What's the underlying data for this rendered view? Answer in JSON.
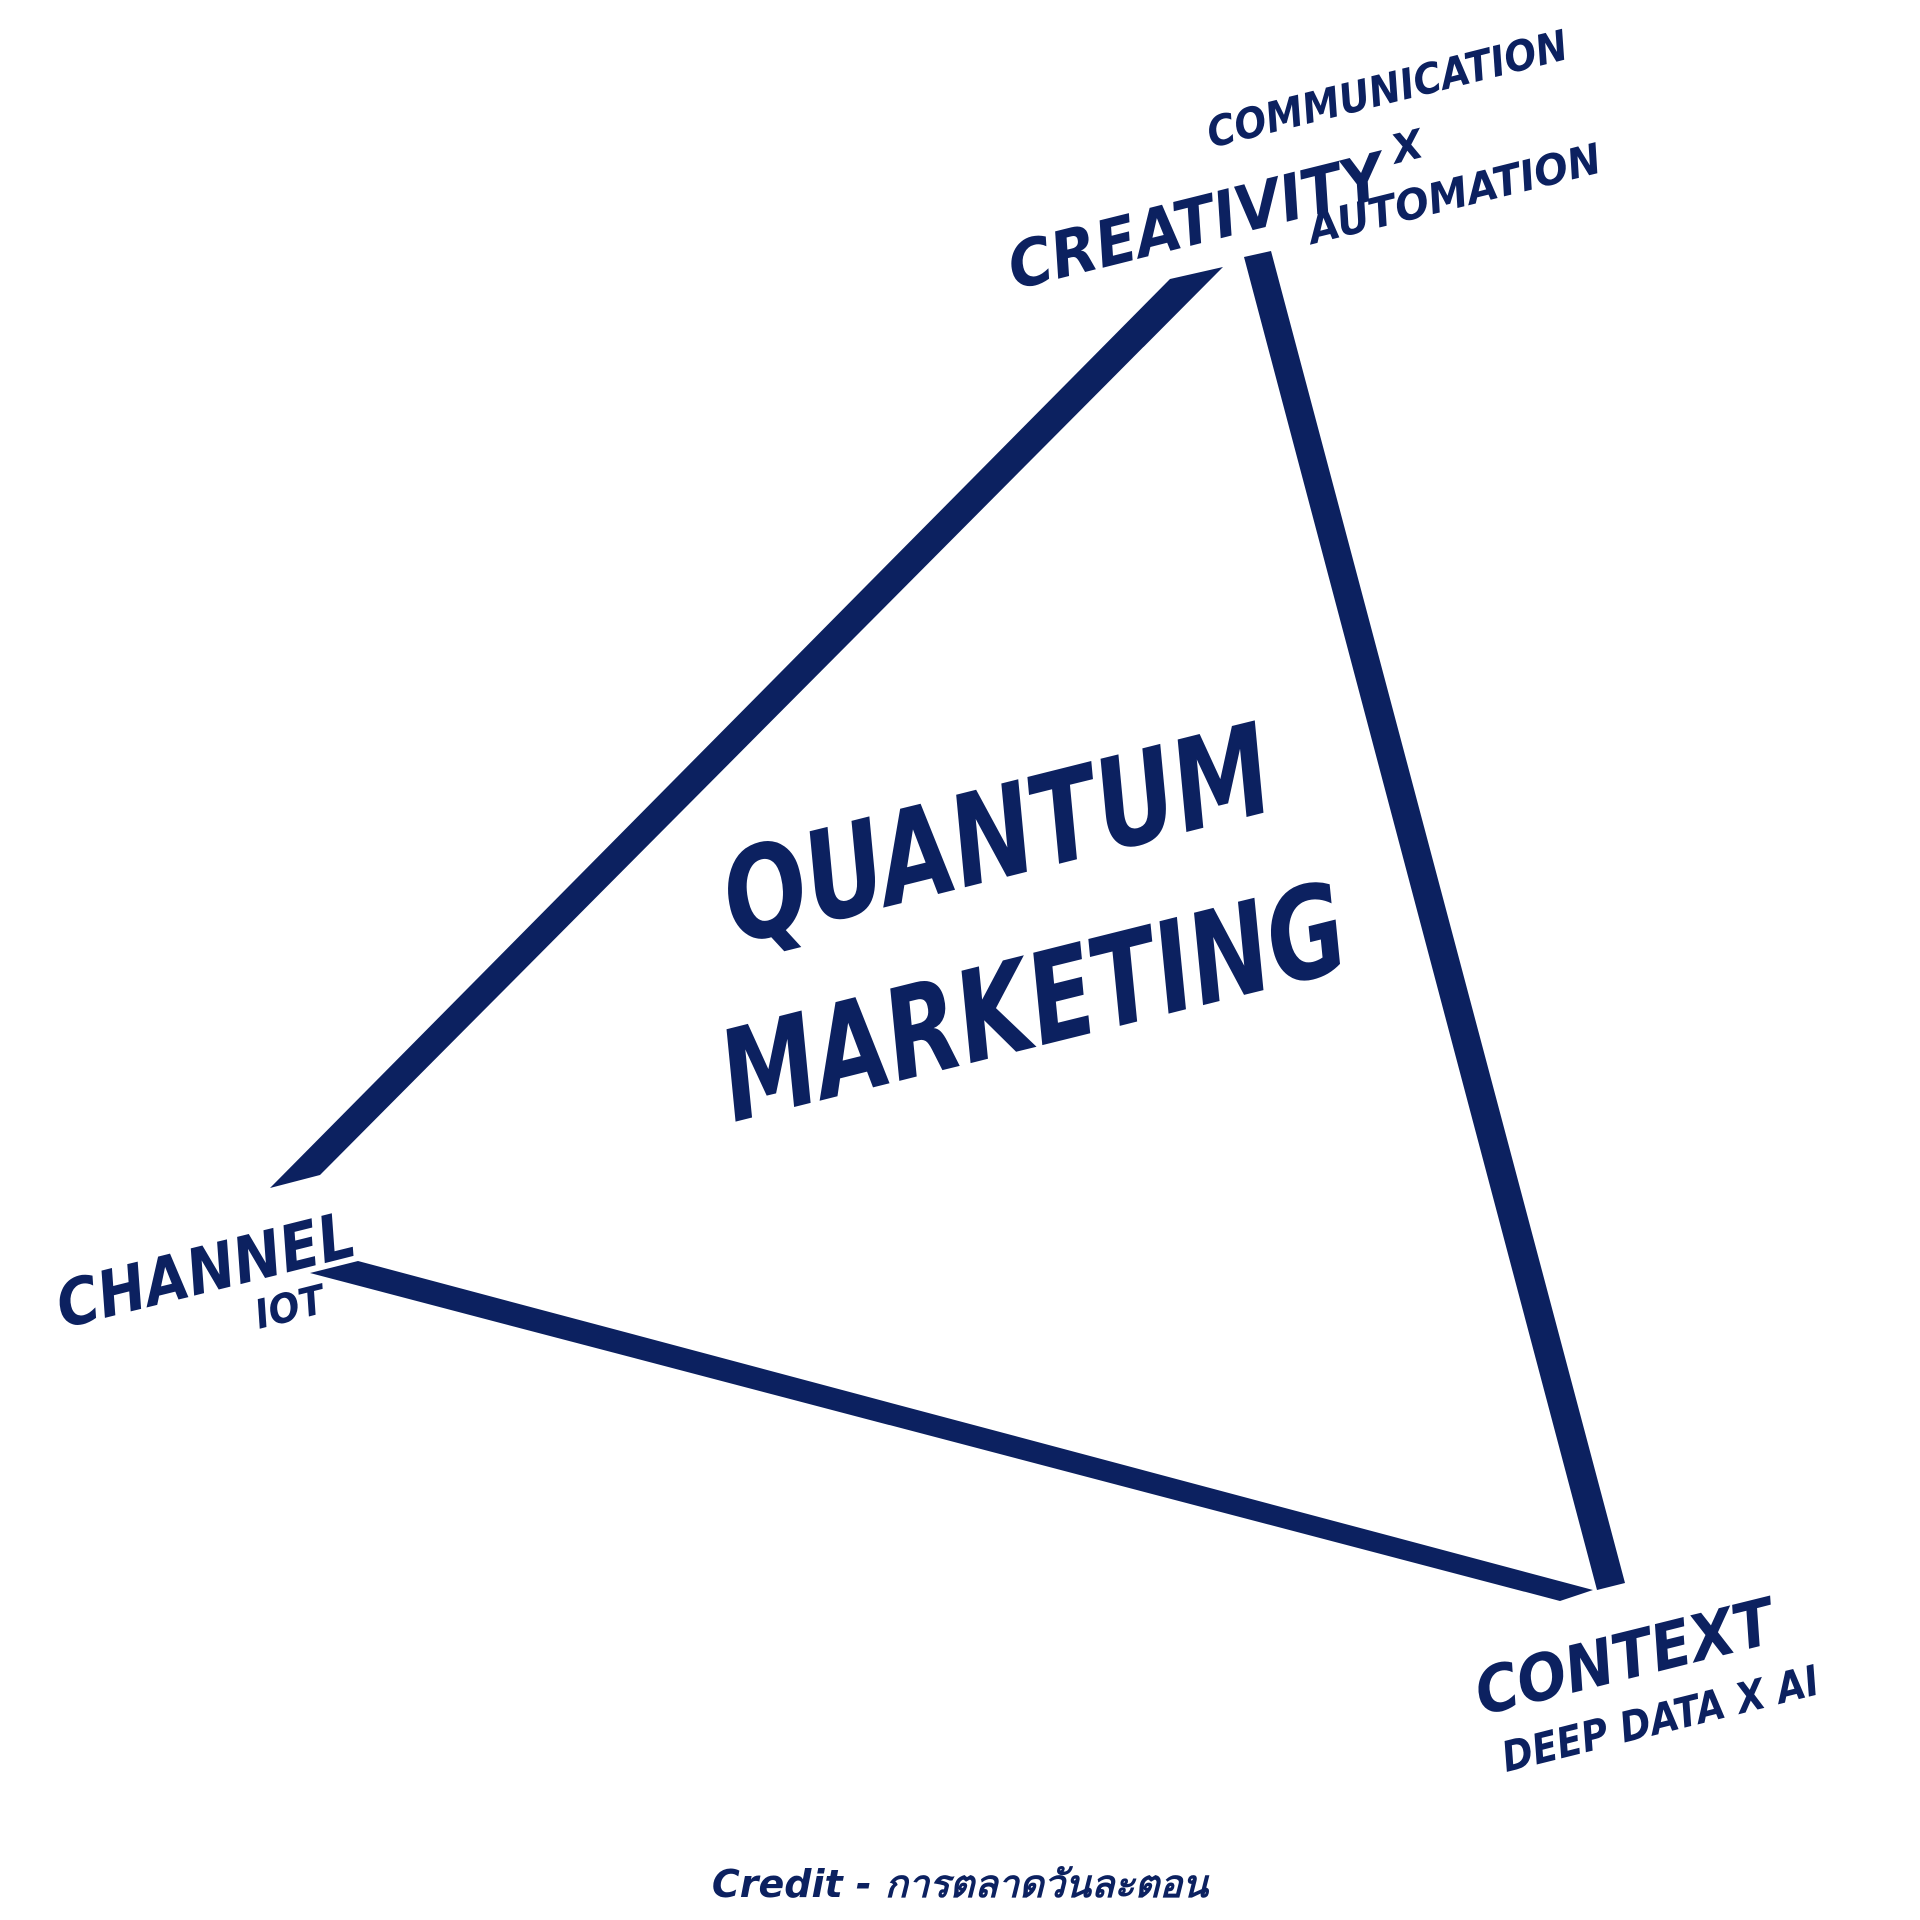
{
  "colors": {
    "ink": "#0c2160",
    "background": "#ffffff"
  },
  "center": {
    "line1": "QUANTUM",
    "line2": "MARKETING"
  },
  "vertices": {
    "top": {
      "main": "CREATIVITY",
      "sub_top": "COMMUNICATION",
      "x_mark": "X",
      "sub_bottom": "AUTOMATION"
    },
    "left": {
      "main": "CHANNEL",
      "sub": "IOT"
    },
    "bottom_right": {
      "main": "CONTEXT",
      "sub": "DEEP DATA X AI"
    }
  },
  "credit": "Credit - การตลาดวันละตอน"
}
